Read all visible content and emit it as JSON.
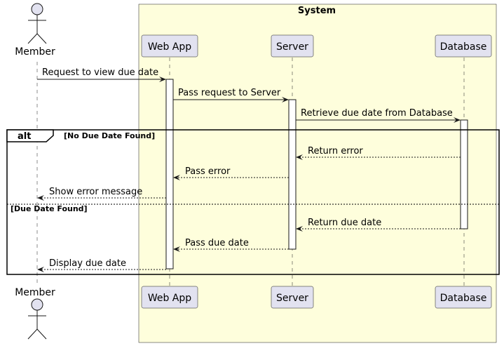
{
  "system_box": {
    "title": "System"
  },
  "participants": {
    "member": "Member",
    "web_app": "Web App",
    "server": "Server",
    "database": "Database"
  },
  "messages": {
    "m1": "Request to view due date",
    "m2": "Pass request to Server",
    "m3": "Retrieve due date from Database",
    "m4": "Return error",
    "m5": "Pass error",
    "m6": "Show error message",
    "m7": "Return due date",
    "m8": "Pass due date",
    "m9": "Display due date"
  },
  "fragment": {
    "keyword": "alt",
    "guard1": "[No Due Date Found]",
    "guard2": "[Due Date Found]"
  },
  "colors": {
    "system_fill": "#FEFEDC",
    "participant_fill": "#E2E2F0",
    "participant_border": "#181818",
    "activation_fill": "#FFFFFF"
  }
}
